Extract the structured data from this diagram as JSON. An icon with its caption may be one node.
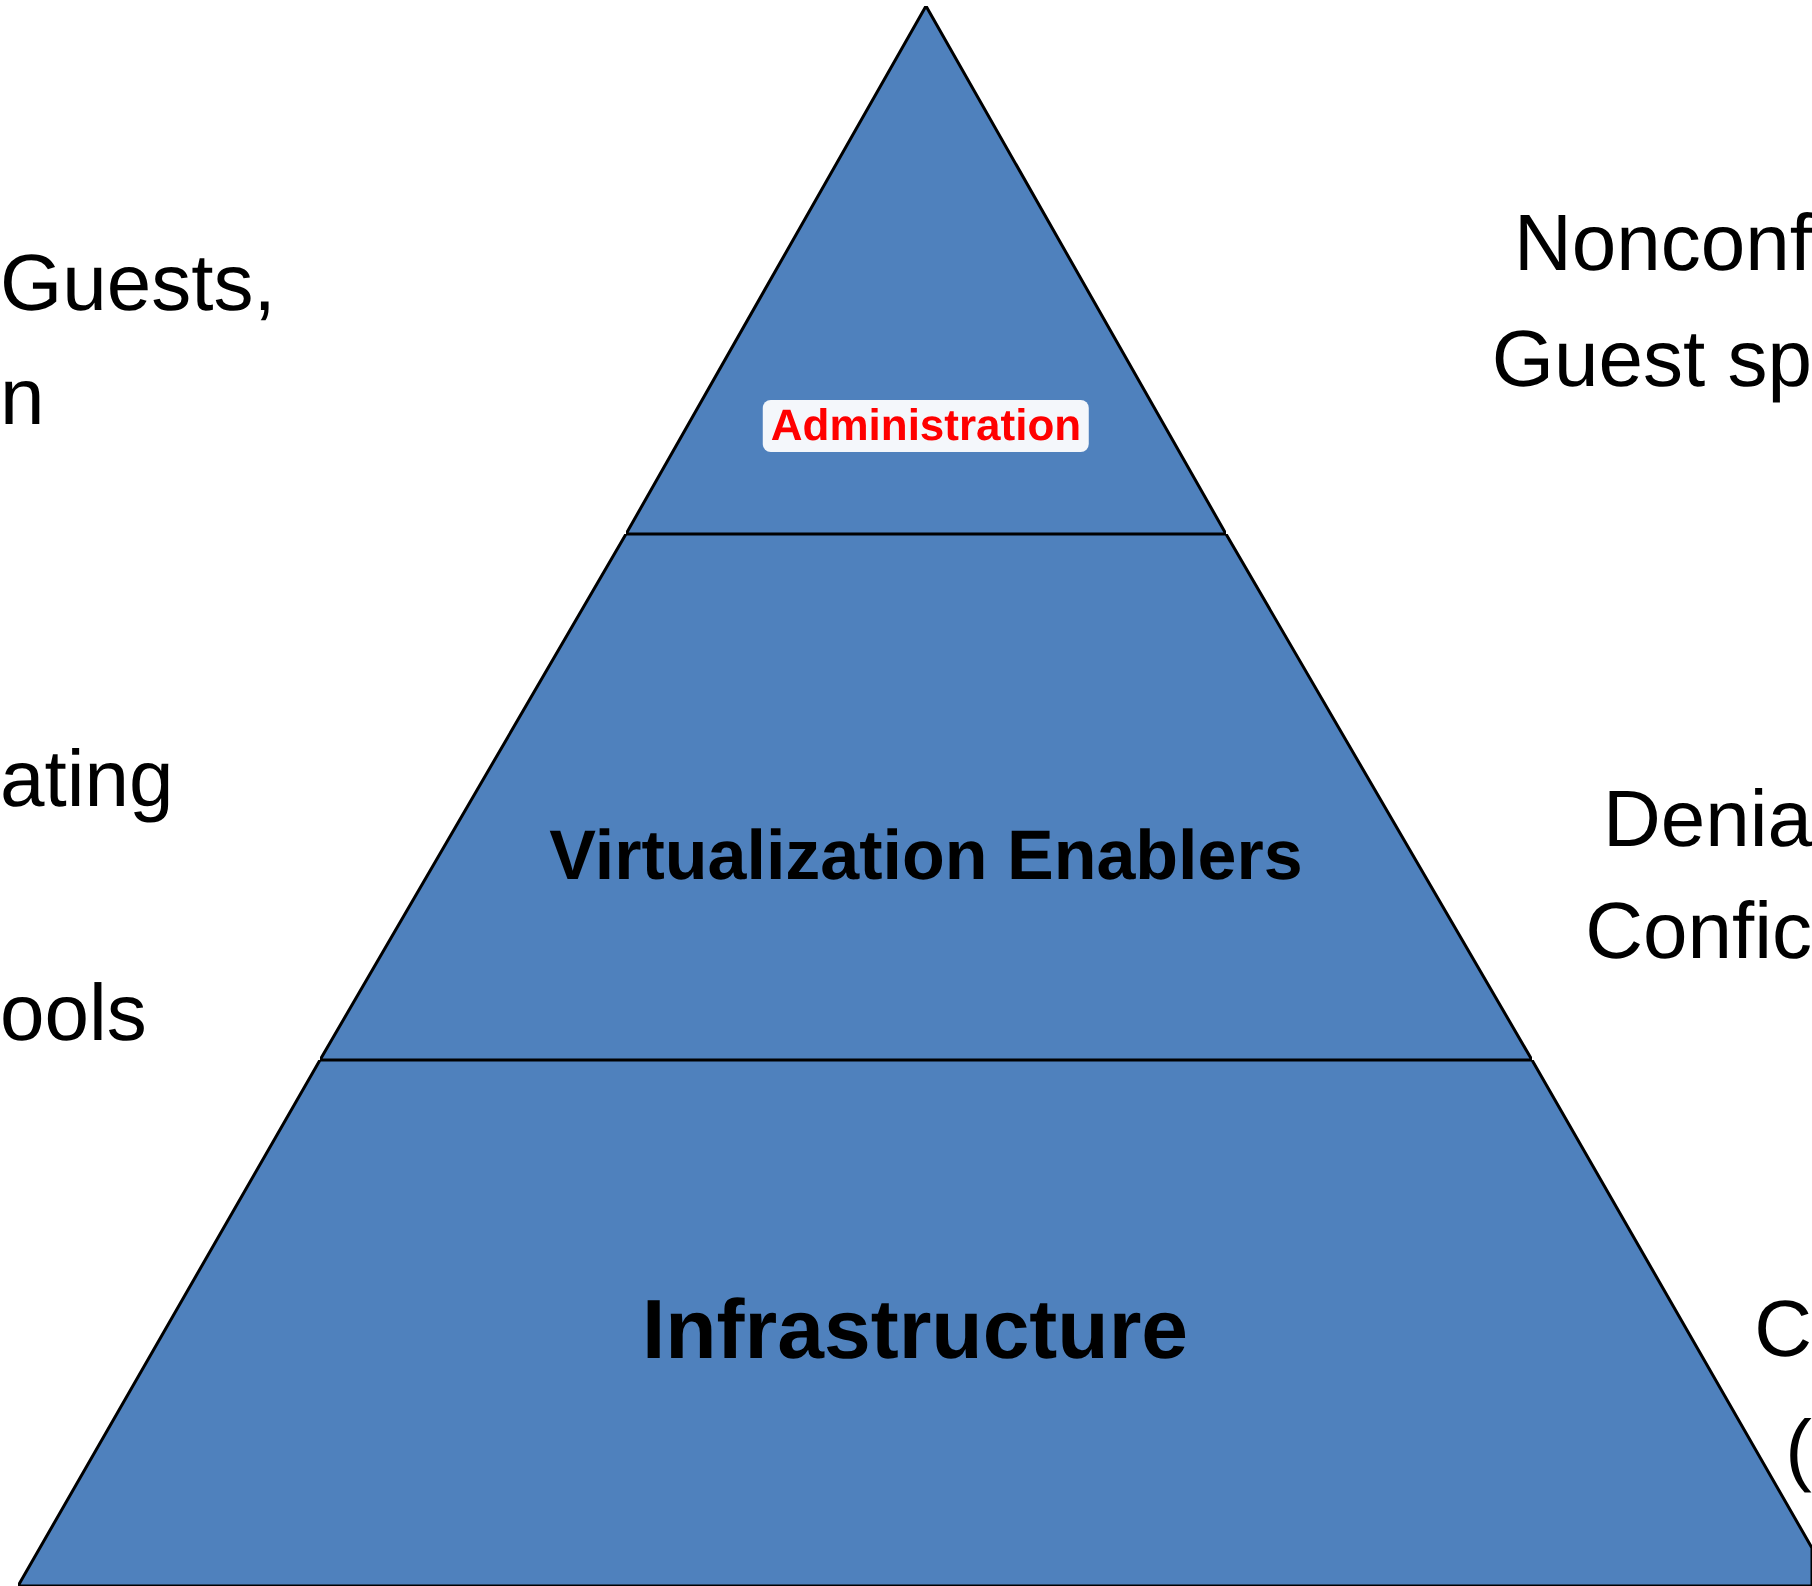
{
  "diagram": {
    "nodes": [
      {
        "text": [
          "Administration"
        ]
      },
      {
        "text": [
          "Virtualization Enablers"
        ]
      },
      {
        "text": [
          "Infrastructure"
        ]
      }
    ],
    "labels": [
      "Guests,",
      "n",
      "Nonconf",
      "Guest sp",
      "ating",
      "Denia",
      "Confic",
      "ools",
      "C",
      "("
    ]
  }
}
